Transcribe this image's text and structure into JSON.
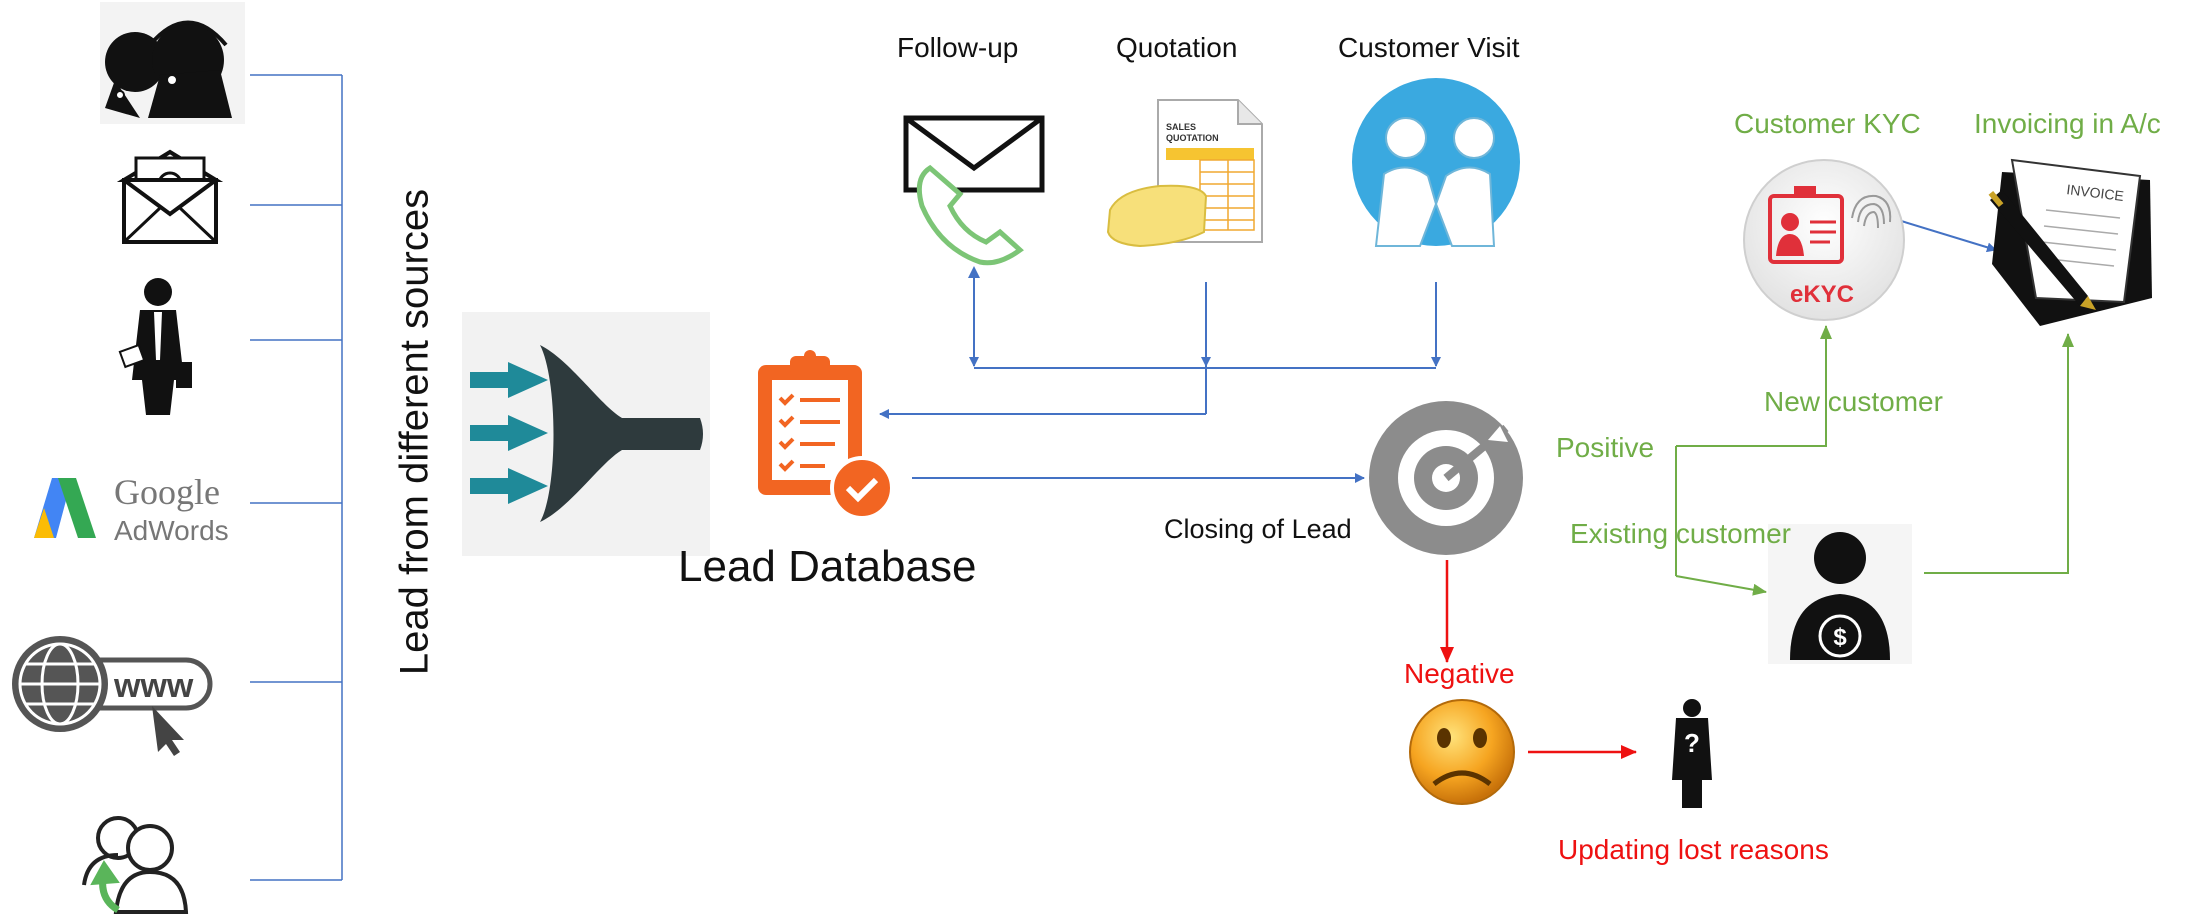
{
  "diagram": {
    "sources_label": "Lead from different sources",
    "sources": [
      {
        "icon": "call-center-icon"
      },
      {
        "icon": "email-icon"
      },
      {
        "icon": "salesman-icon"
      },
      {
        "icon": "google-adwords-logo",
        "brand_name": "Google",
        "brand_product": "AdWords"
      },
      {
        "icon": "website-icon",
        "badge": "www"
      },
      {
        "icon": "referral-icon"
      }
    ],
    "funnel": {
      "icon": "funnel-icon"
    },
    "lead_database": {
      "label": "Lead Database",
      "icon": "clipboard-checklist-icon"
    },
    "activities": [
      {
        "label": "Follow-up",
        "icon": "envelope-phone-icon"
      },
      {
        "label": "Quotation",
        "icon": "sales-quotation-icon",
        "doc_text": [
          "SALES",
          "QUOTATION"
        ]
      },
      {
        "label": "Customer Visit",
        "icon": "handshake-icon"
      }
    ],
    "closing": {
      "label": "Closing of Lead",
      "icon": "target-icon"
    },
    "outcomes": {
      "positive": "Positive",
      "negative": "Negative",
      "new_customer": "New customer",
      "existing_customer": "Existing customer",
      "customer_kyc": "Customer KYC",
      "ekyc_text": "eKYC",
      "invoicing": "Invoicing in A/c",
      "invoice_text": "INVOICE",
      "lost_reasons": "Updating lost reasons"
    },
    "colors": {
      "flow_blue": "#4472c4",
      "positive_green": "#70ad47",
      "negative_red": "#ee1111",
      "orange": "#f26522",
      "teal": "#1f8a99"
    }
  }
}
